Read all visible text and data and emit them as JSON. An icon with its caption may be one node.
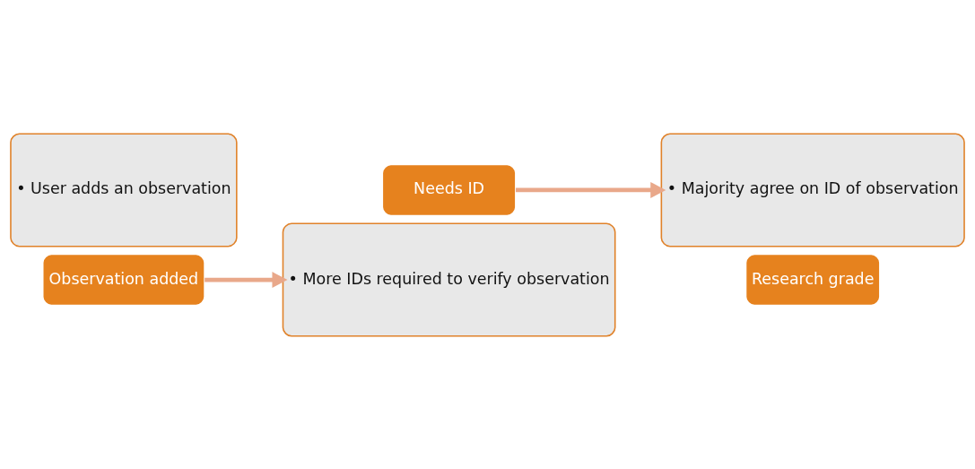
{
  "diagram": {
    "nodes": [
      {
        "text": [
          "• User adds an observation"
        ]
      },
      {
        "text": [
          "Observation added"
        ]
      },
      {
        "text": [
          "• More IDs required to verify observation"
        ]
      },
      {
        "text": [
          "Needs ID"
        ]
      },
      {
        "text": [
          "• Majority agree on ID of observation"
        ]
      },
      {
        "text": [
          "Research grade"
        ]
      }
    ],
    "edges": [
      {
        "from": 1,
        "to": 2,
        "arrow": "to"
      },
      {
        "from": 3,
        "to": 4,
        "arrow": "to"
      }
    ]
  }
}
